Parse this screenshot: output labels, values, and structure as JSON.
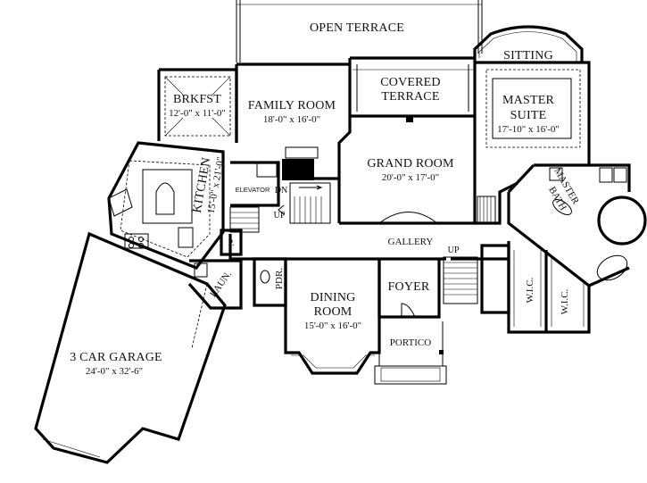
{
  "rooms": {
    "open_terrace": "OPEN TERRACE",
    "sitting": "SITTING",
    "brkfst_name": "BRKFST",
    "brkfst_dim": "12'-0\" x 11'-0\"",
    "family_name": "FAMILY ROOM",
    "family_dim": "18'-0\" x 16'-0\"",
    "covered_1": "COVERED",
    "covered_2": "TERRACE",
    "master_1": "MASTER",
    "master_2": "SUITE",
    "master_dim": "17'-10\" x 16'-0\"",
    "kitchen_name": "KITCHEN",
    "kitchen_dim": "15'-0\" x 21'-0\"",
    "grand_name": "GRAND ROOM",
    "grand_dim": "20'-0\" x 17'-0\"",
    "master_bath_1": "MASTER",
    "master_bath_2": "BATH",
    "elevator": "ELEVATOR",
    "dn": "DN",
    "up_stair": "UP",
    "up_gallery": "UP",
    "pantry": "P.",
    "gallery": "GALLERY",
    "laundry": "LAUN.",
    "pdr": "PDR.",
    "dining_1": "DINING",
    "dining_2": "ROOM",
    "dining_dim": "15'-0\" x 16'-0\"",
    "foyer": "FOYER",
    "wic_1": "W.I.C.",
    "wic_2": "W.I.C.",
    "portico": "PORTICO",
    "garage_name": "3 CAR GARAGE",
    "garage_dim": "24'-0\" x 32'-6\""
  }
}
